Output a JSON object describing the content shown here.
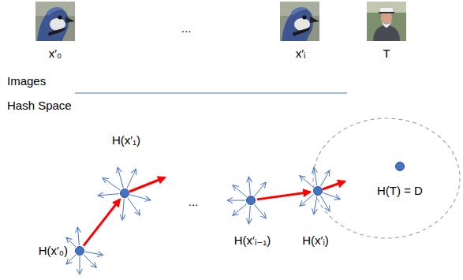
{
  "diagram": {
    "nodes": [
      {
        "text": [
          "H(x′₀)"
        ]
      },
      {
        "text": [
          "H(x′₁)"
        ]
      },
      {
        "text": [
          "H(x′ᵢ₋₁)"
        ]
      },
      {
        "text": [
          "H(x′ᵢ)"
        ]
      },
      {
        "text": [
          "H(T) = D"
        ]
      }
    ],
    "edges": [
      {
        "from": 0,
        "to": 1,
        "arrow": "to"
      },
      {
        "from": 2,
        "to": 3,
        "arrow": "to"
      }
    ],
    "labels": [
      "x′₀",
      "...",
      "x′ᵢ",
      "T",
      "Images",
      "Hash Space",
      "..."
    ]
  }
}
